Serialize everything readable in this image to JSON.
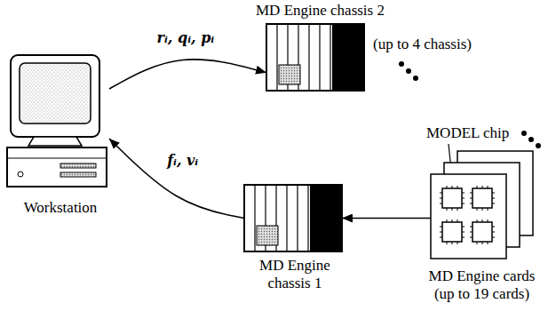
{
  "diagram": {
    "nodes": [
      {
        "text": [
          "Workstation"
        ]
      },
      {
        "text": [
          "MD Engine chassis 2"
        ]
      },
      {
        "text": [
          "MD Engine chassis 1"
        ]
      },
      {
        "text": [
          "MD Engine cards (up to 19 cards)"
        ]
      }
    ],
    "edges": [
      {
        "from": 0,
        "to": 1,
        "arrow": "to",
        "label": "rᵢ, qᵢ, pᵢ"
      },
      {
        "from": 2,
        "to": 0,
        "arrow": "to",
        "label": "fᵢ, vᵢ"
      },
      {
        "from": 3,
        "to": 2,
        "arrow": "to"
      }
    ],
    "labels": [
      "(up to 4 chassis)",
      "MODEL chip"
    ]
  }
}
